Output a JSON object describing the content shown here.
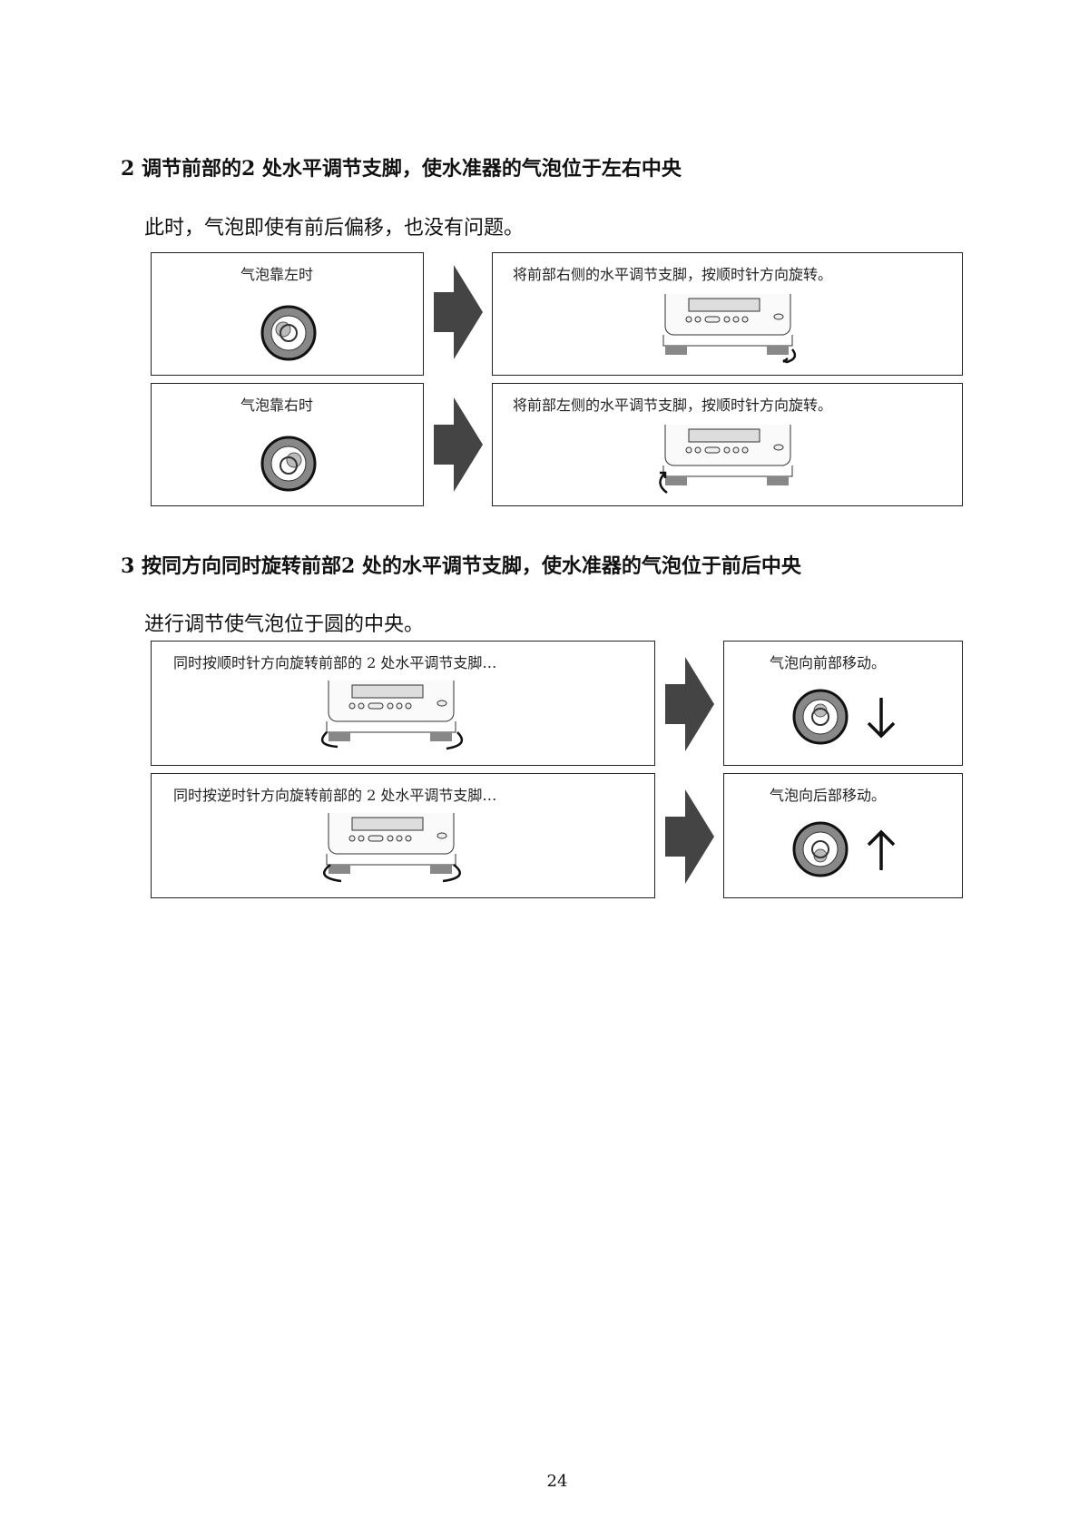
{
  "step2": {
    "heading": "2  调节前部的2 处水平调节支脚，使水准器的气泡位于左右中央",
    "note": "此时，气泡即使有前后偏移，也没有问题。",
    "rows": [
      {
        "condition": "气泡靠左时",
        "action": "将前部右侧的水平调节支脚，按顺时针方向旋转。"
      },
      {
        "condition": "气泡靠右时",
        "action": "将前部左侧的水平调节支脚，按顺时针方向旋转。"
      }
    ]
  },
  "step3": {
    "heading": "3  按同方向同时旋转前部2 处的水平调节支脚，使水准器的气泡位于前后中央",
    "note": "进行调节使气泡位于圆的中央。",
    "rows": [
      {
        "action": "同时按顺时针方向旋转前部的 2 处水平调节支脚…",
        "result": "气泡向前部移动。"
      },
      {
        "action": "同时按逆时针方向旋转前部的 2 处水平调节支脚…",
        "result": "气泡向后部移动。"
      }
    ]
  },
  "page_number": "24"
}
